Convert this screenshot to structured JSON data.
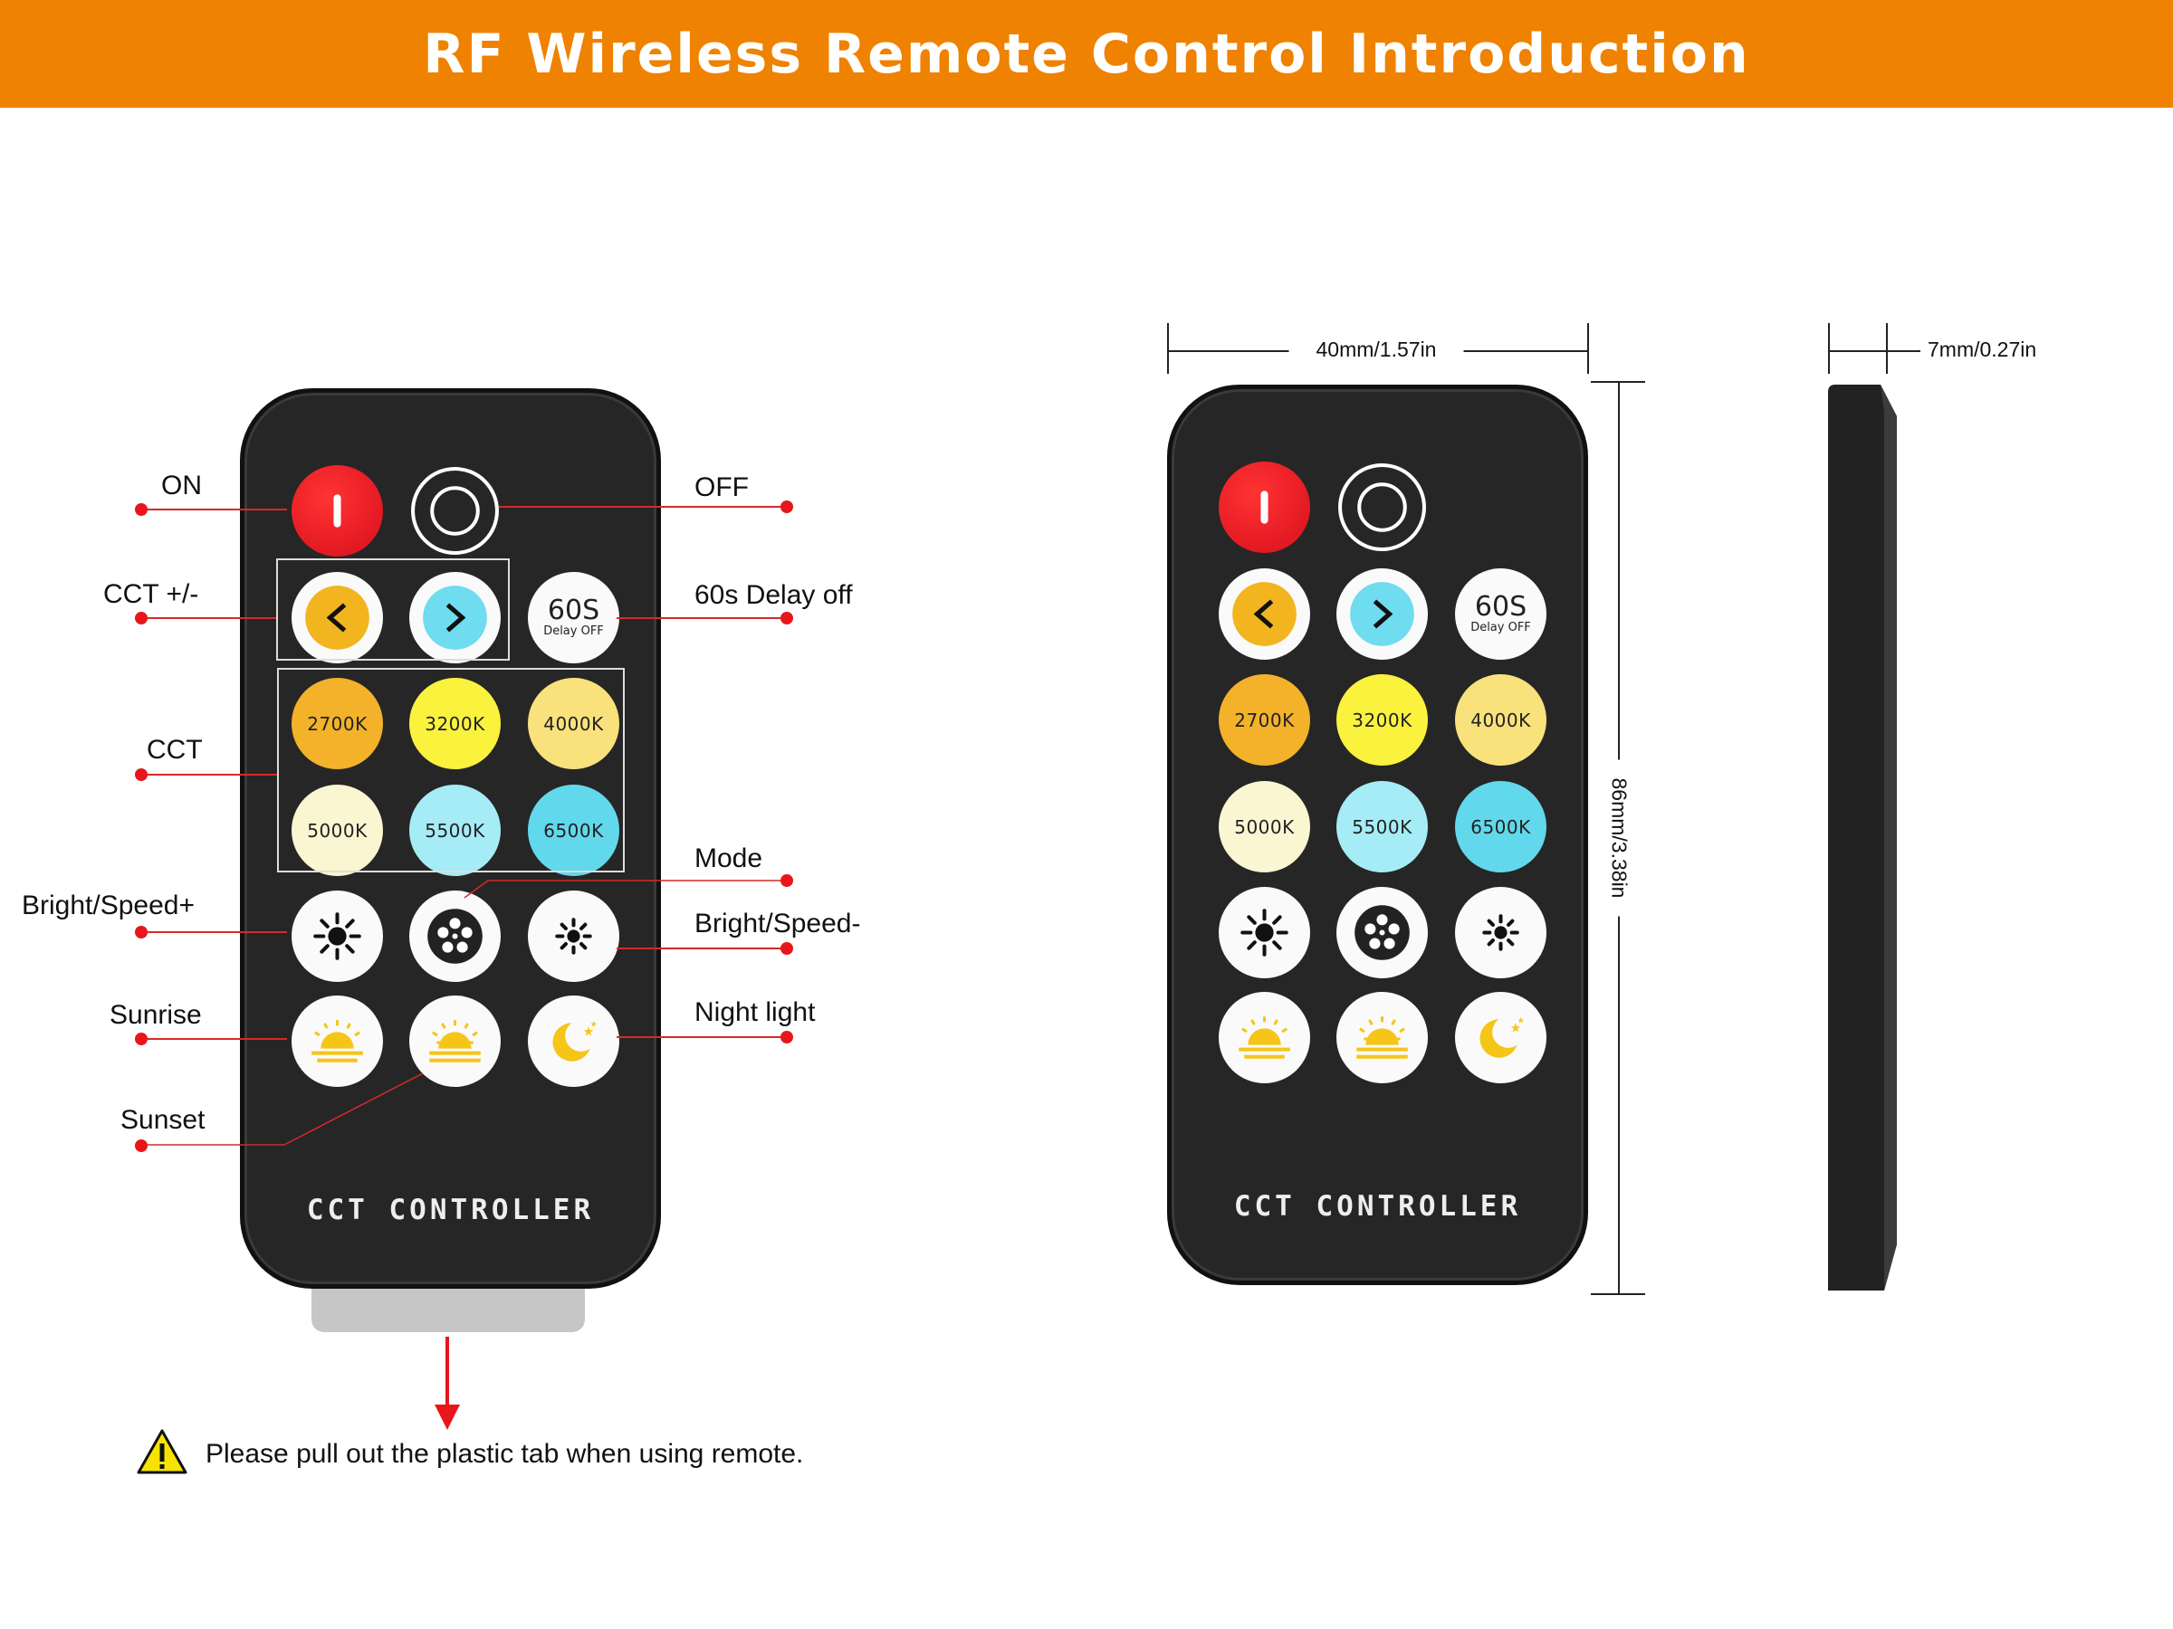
{
  "header": {
    "title": "RF Wireless Remote Control Introduction"
  },
  "remote": {
    "brand": "CCT  CONTROLLER",
    "buttons": [
      {
        "id": "on",
        "type": "on"
      },
      {
        "id": "off",
        "type": "off"
      },
      {
        "id": "cct-minus",
        "type": "arrow",
        "glyph": "<",
        "color": "#f2b51f"
      },
      {
        "id": "cct-plus",
        "type": "arrow",
        "glyph": ">",
        "color": "#6fdcef"
      },
      {
        "id": "delay",
        "type": "delay",
        "text": "60S",
        "sub": "Delay OFF"
      },
      {
        "id": "2700k",
        "type": "temp",
        "text": "2700K",
        "color": "#f3b22a"
      },
      {
        "id": "3200k",
        "type": "temp",
        "text": "3200K",
        "color": "#fbf23e"
      },
      {
        "id": "4000k",
        "type": "temp",
        "text": "4000K",
        "color": "#f9e27c"
      },
      {
        "id": "5000k",
        "type": "temp",
        "text": "5000K",
        "color": "#fbf6d2"
      },
      {
        "id": "5500k",
        "type": "temp",
        "text": "5500K",
        "color": "#a5ecf6"
      },
      {
        "id": "6500k",
        "type": "temp",
        "text": "6500K",
        "color": "#62d8ec"
      },
      {
        "id": "bright-plus",
        "type": "sunbig"
      },
      {
        "id": "mode",
        "type": "mode"
      },
      {
        "id": "bright-minus",
        "type": "sunsmall"
      },
      {
        "id": "sunrise",
        "type": "sunrise"
      },
      {
        "id": "sunset",
        "type": "sunset"
      },
      {
        "id": "night-light",
        "type": "moon"
      }
    ]
  },
  "labels": {
    "on": "ON",
    "off": "OFF",
    "cct_pm": "CCT +/-",
    "delay": "60s Delay off",
    "cct": "CCT",
    "mode": "Mode",
    "bright_plus": "Bright/Speed+",
    "bright_minus": "Bright/Speed-",
    "sunrise": "Sunrise",
    "night": "Night light",
    "sunset": "Sunset"
  },
  "warning": {
    "text": "Please pull out the plastic tab when using remote."
  },
  "dimensions": {
    "width": "40mm/1.57in",
    "height": "86mm/3.38in",
    "thickness": "7mm/0.27in"
  },
  "colors": {
    "header": "#ef8200",
    "callout": "#e8161b"
  }
}
